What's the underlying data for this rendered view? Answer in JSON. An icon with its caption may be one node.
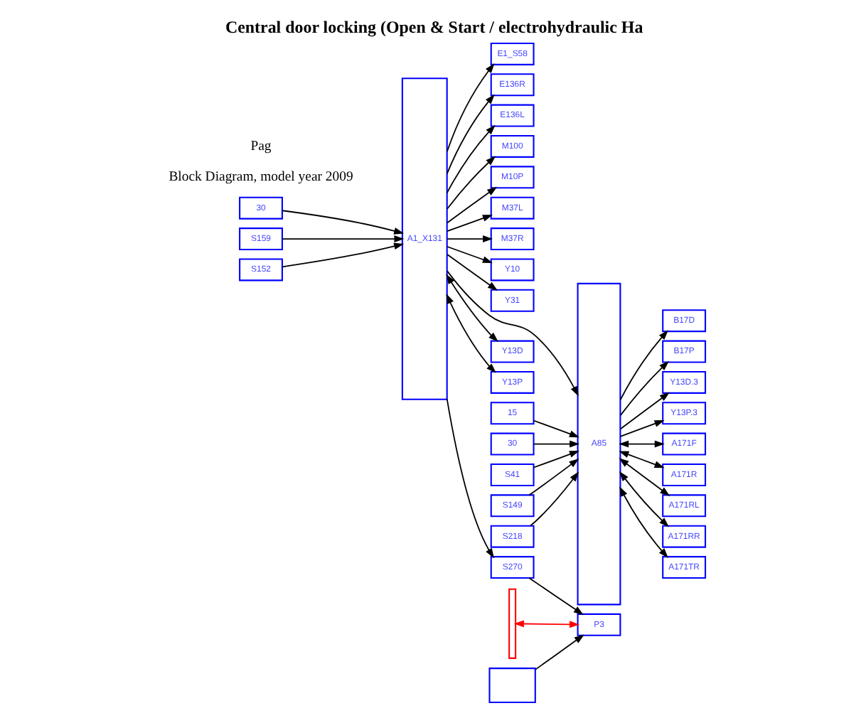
{
  "diagram": {
    "title": "Central door locking (Open & Start / electrohydraulic Ha",
    "nodes": [
      {
        "text": [
          "30"
        ]
      },
      {
        "text": [
          "15"
        ]
      },
      {
        "text": [
          "30"
        ]
      },
      {
        "text": [
          "A1_X131"
        ]
      },
      {
        "text": [
          "S159"
        ]
      },
      {
        "text": [
          "S152"
        ]
      },
      {
        "text": [
          "E1_S58"
        ]
      },
      {
        "text": [
          "E136R"
        ]
      },
      {
        "text": [
          "E136L"
        ]
      },
      {
        "text": [
          "M100"
        ]
      },
      {
        "text": [
          "M10P"
        ]
      },
      {
        "text": [
          "M37L"
        ]
      },
      {
        "text": [
          "M37R"
        ]
      },
      {
        "text": [
          "Y10"
        ]
      },
      {
        "text": [
          "Y31"
        ]
      },
      {
        "text": [
          "A85"
        ]
      },
      {
        "text": [
          "S41"
        ]
      },
      {
        "text": [
          "S149"
        ]
      },
      {
        "text": [
          "S218"
        ]
      },
      {
        "text": [
          "B17D"
        ]
      },
      {
        "text": [
          "B17P"
        ]
      },
      {
        "text": [
          "Y13D.3"
        ]
      },
      {
        "text": [
          "Y13P.3"
        ]
      },
      {
        "text": [
          "A171F"
        ]
      },
      {
        "text": [
          "A171R"
        ]
      },
      {
        "text": [
          "A171RL"
        ]
      },
      {
        "text": [
          "A171RR"
        ]
      },
      {
        "text": [
          "A171TR"
        ]
      },
      {
        "text": [
          "Y13D"
        ]
      },
      {
        "text": [
          "Y13P"
        ]
      },
      {
        "text": [
          "S270"
        ]
      },
      {
        "text": [
          "P3"
        ]
      },
      {
        "text": [],
        "shape": "bar"
      },
      {
        "text": [],
        "shape": "box"
      }
    ],
    "edges": [
      {
        "from": 0,
        "to": 3,
        "arrow": "to"
      },
      {
        "from": 4,
        "to": 3,
        "arrow": "to"
      },
      {
        "from": 5,
        "to": 3,
        "arrow": "to"
      },
      {
        "from": 3,
        "to": 6,
        "arrow": "to"
      },
      {
        "from": 3,
        "to": 7,
        "arrow": "to"
      },
      {
        "from": 3,
        "to": 8,
        "arrow": "to"
      },
      {
        "from": 3,
        "to": 9,
        "arrow": "to"
      },
      {
        "from": 3,
        "to": 10,
        "arrow": "to"
      },
      {
        "from": 3,
        "to": 11,
        "arrow": "to"
      },
      {
        "from": 3,
        "to": 12,
        "arrow": "to"
      },
      {
        "from": 3,
        "to": 13,
        "arrow": "to"
      },
      {
        "from": 3,
        "to": 14,
        "arrow": "to"
      },
      {
        "from": 1,
        "to": 15,
        "arrow": "to"
      },
      {
        "from": 2,
        "to": 15,
        "arrow": "to"
      },
      {
        "from": 16,
        "to": 15,
        "arrow": "to"
      },
      {
        "from": 17,
        "to": 15,
        "arrow": "to"
      },
      {
        "from": 18,
        "to": 15,
        "arrow": "to"
      },
      {
        "from": 15,
        "to": 19,
        "arrow": "to"
      },
      {
        "from": 15,
        "to": 20,
        "arrow": "to"
      },
      {
        "from": 15,
        "to": 21,
        "arrow": "to"
      },
      {
        "from": 15,
        "to": 22,
        "arrow": "to"
      },
      {
        "from": 3,
        "to": 15,
        "arrow": "to"
      },
      {
        "from": 15,
        "to": 23,
        "arrow": "both"
      },
      {
        "from": 15,
        "to": 24,
        "arrow": "both"
      },
      {
        "from": 15,
        "to": 25,
        "arrow": "both"
      },
      {
        "from": 15,
        "to": 26,
        "arrow": "both"
      },
      {
        "from": 15,
        "to": 27,
        "arrow": "both"
      },
      {
        "from": 3,
        "to": 28,
        "arrow": "both"
      },
      {
        "from": 3,
        "to": 29,
        "arrow": "both"
      },
      {
        "from": 3,
        "to": 30,
        "arrow": "to"
      },
      {
        "from": 30,
        "to": 31,
        "arrow": "to"
      },
      {
        "from": 32,
        "to": 31,
        "arrow": "both",
        "color": "#ff0000"
      },
      {
        "from": 33,
        "to": 31,
        "arrow": "to"
      }
    ],
    "labels": [
      "Block Diagram, model year 2009",
      "Pag"
    ]
  }
}
